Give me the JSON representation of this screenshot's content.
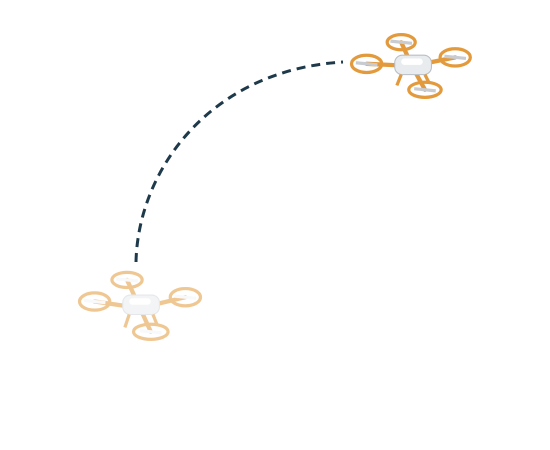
{
  "colors": {
    "background": "#ffffff",
    "path": "#1e3a4a",
    "drone_frame": "#e39a3c",
    "drone_frame_faded": "#f2cfa3",
    "drone_body": "#e9ecef",
    "drone_body_faded": "#f4f5f7"
  },
  "path": {
    "style": "dashed"
  },
  "drones": [
    {
      "role": "start",
      "state": "faded"
    },
    {
      "role": "end",
      "state": "solid"
    }
  ]
}
